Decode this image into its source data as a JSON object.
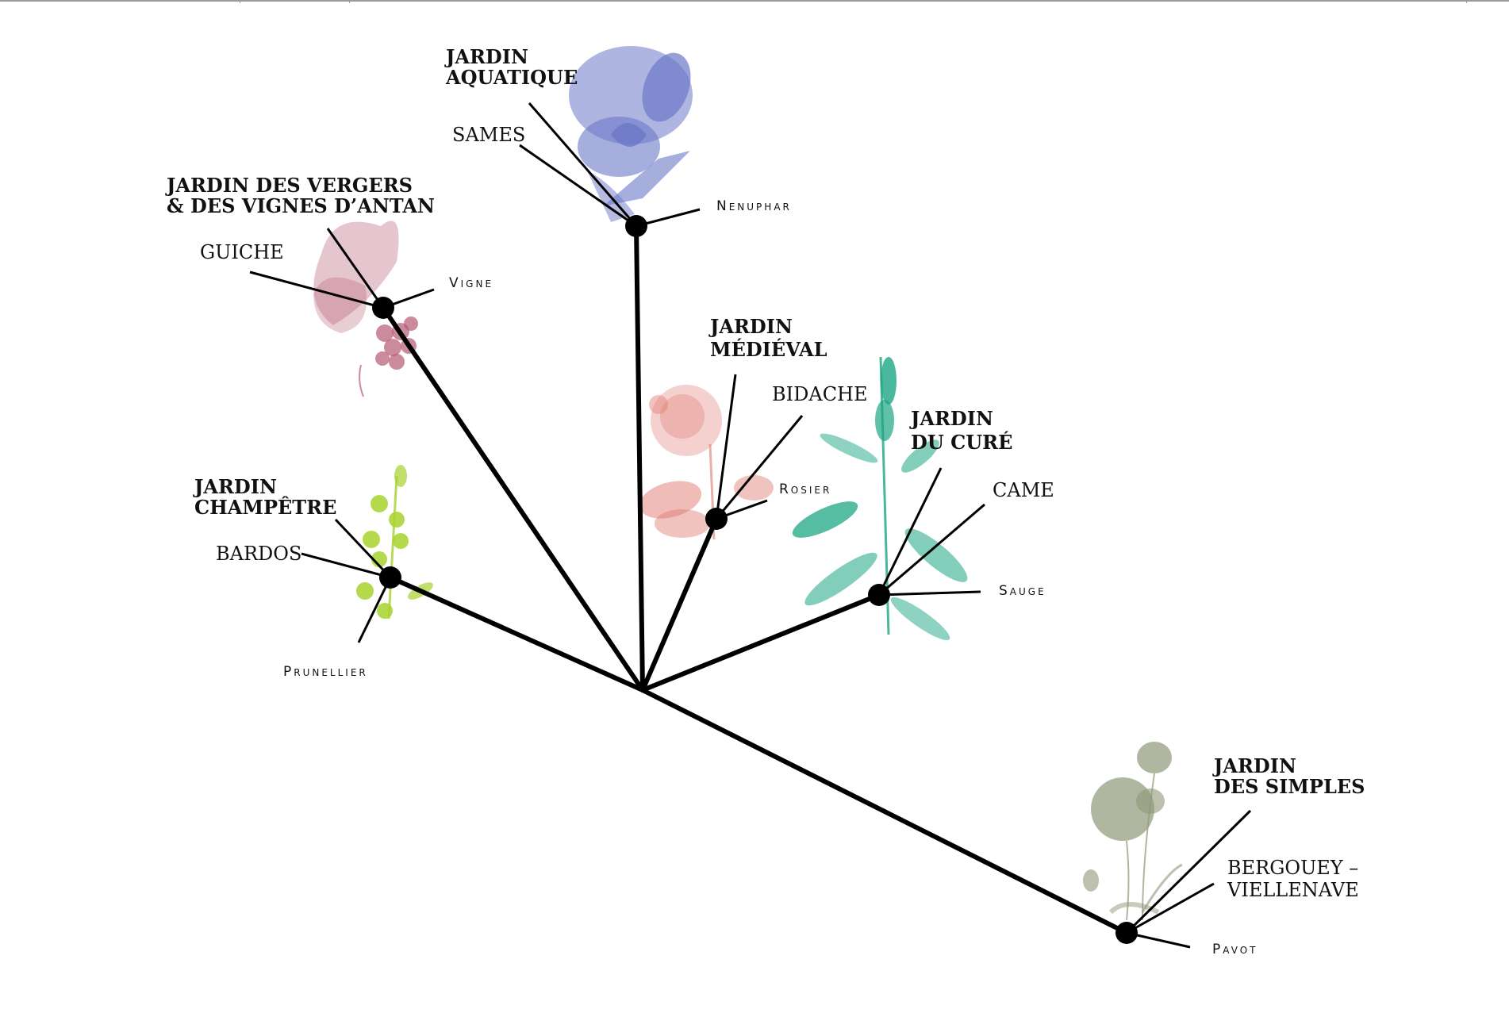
{
  "gardens": {
    "aquatique": {
      "title_lines": [
        "JARDIN",
        "AQUATIQUE"
      ],
      "variety_lines": [
        "SAMES"
      ],
      "plant": "Nenuphar",
      "color": "#6b78c8"
    },
    "vergers": {
      "title_lines": [
        "JARDIN DES VERGERS",
        "& DES VIGNES D’ANTAN"
      ],
      "variety_lines": [
        "GUICHE"
      ],
      "plant": "Vigne",
      "color": "#b55a72"
    },
    "medieval": {
      "title_lines": [
        "JARDIN",
        "MÉDIÉVAL"
      ],
      "variety_lines": [
        "BIDACHE"
      ],
      "plant": "Rosier",
      "color": "#e07a72"
    },
    "cure": {
      "title_lines": [
        "JARDIN",
        "DU CURÉ"
      ],
      "variety_lines": [
        "CAME"
      ],
      "plant": "Sauge",
      "color": "#1ea583"
    },
    "champetre": {
      "title_lines": [
        "JARDIN",
        "CHAMPÊTRE"
      ],
      "variety_lines": [
        "BARDOS"
      ],
      "plant": "Prunellier",
      "color": "#a8d22e"
    },
    "simples": {
      "title_lines": [
        "JARDIN",
        "DES SIMPLES"
      ],
      "variety_lines": [
        "BERGOUEY –",
        "VIELLENAVE"
      ],
      "plant": "Pavot",
      "color": "#8f9878"
    }
  }
}
